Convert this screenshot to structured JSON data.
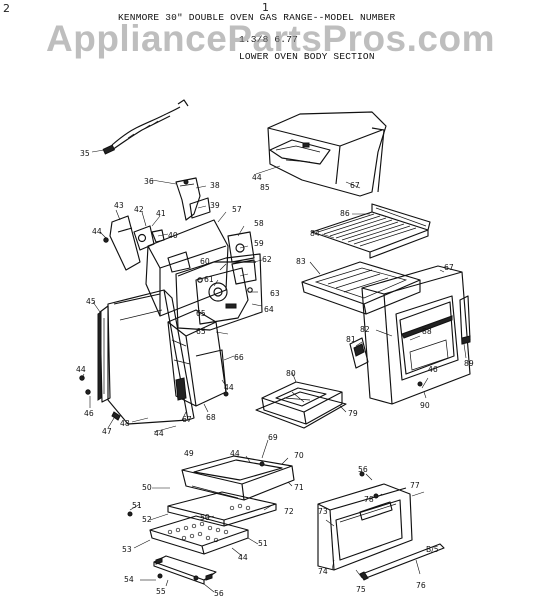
{
  "header": {
    "line1": "KENMORE 30\" DOUBLE OVEN GAS RANGE--MODEL NUMBER",
    "line2": "1.3/8 6.77",
    "line3": "LOWER OVEN BODY SECTION"
  },
  "watermark": "AppliancePartsPros.com",
  "side_marks": {
    "left": "2",
    "top_center": "1"
  },
  "parts": [
    {
      "id": "p35",
      "label": "35"
    },
    {
      "id": "p36",
      "label": "36"
    },
    {
      "id": "p38",
      "label": "38"
    },
    {
      "id": "p39",
      "label": "39"
    },
    {
      "id": "p40",
      "label": "40"
    },
    {
      "id": "p41",
      "label": "41"
    },
    {
      "id": "p42",
      "label": "42"
    },
    {
      "id": "p43",
      "label": "43"
    },
    {
      "id": "p44a",
      "label": "44"
    },
    {
      "id": "p44b",
      "label": "44"
    },
    {
      "id": "p44c",
      "label": "44"
    },
    {
      "id": "p44d",
      "label": "44"
    },
    {
      "id": "p44e",
      "label": "44"
    },
    {
      "id": "p44f",
      "label": "44"
    },
    {
      "id": "p45",
      "label": "45"
    },
    {
      "id": "p46",
      "label": "46"
    },
    {
      "id": "p47",
      "label": "47"
    },
    {
      "id": "p48",
      "label": "48"
    },
    {
      "id": "p49",
      "label": "49"
    },
    {
      "id": "p50a",
      "label": "50"
    },
    {
      "id": "p50b",
      "label": "50"
    },
    {
      "id": "p51a",
      "label": "51"
    },
    {
      "id": "p51b",
      "label": "51"
    },
    {
      "id": "p52",
      "label": "52"
    },
    {
      "id": "p53",
      "label": "53"
    },
    {
      "id": "p54",
      "label": "54"
    },
    {
      "id": "p55",
      "label": "55"
    },
    {
      "id": "p56a",
      "label": "56"
    },
    {
      "id": "p56b",
      "label": "56"
    },
    {
      "id": "p57",
      "label": "57"
    },
    {
      "id": "p58",
      "label": "58"
    },
    {
      "id": "p59",
      "label": "59"
    },
    {
      "id": "p60",
      "label": "60"
    },
    {
      "id": "p61",
      "label": "61"
    },
    {
      "id": "p62",
      "label": "62"
    },
    {
      "id": "p63",
      "label": "63"
    },
    {
      "id": "p64",
      "label": "64"
    },
    {
      "id": "p65",
      "label": "65"
    },
    {
      "id": "p66",
      "label": "66"
    },
    {
      "id": "p67a",
      "label": "67"
    },
    {
      "id": "p67b",
      "label": "67"
    },
    {
      "id": "p67c",
      "label": "67"
    },
    {
      "id": "p68",
      "label": "68"
    },
    {
      "id": "p69",
      "label": "69"
    },
    {
      "id": "p70",
      "label": "70"
    },
    {
      "id": "p71",
      "label": "71"
    },
    {
      "id": "p72",
      "label": "72"
    },
    {
      "id": "p73",
      "label": "73"
    },
    {
      "id": "p74",
      "label": "74"
    },
    {
      "id": "p75",
      "label": "75"
    },
    {
      "id": "p76",
      "label": "76"
    },
    {
      "id": "p77",
      "label": "77"
    },
    {
      "id": "p78",
      "label": "78"
    },
    {
      "id": "p79",
      "label": "79"
    },
    {
      "id": "p80",
      "label": "80"
    },
    {
      "id": "p81",
      "label": "81"
    },
    {
      "id": "p82",
      "label": "82"
    },
    {
      "id": "p83",
      "label": "83"
    },
    {
      "id": "p84",
      "label": "84"
    },
    {
      "id": "p85",
      "label": "85"
    },
    {
      "id": "p86",
      "label": "86"
    },
    {
      "id": "p88",
      "label": "88"
    },
    {
      "id": "p89",
      "label": "89"
    },
    {
      "id": "p90",
      "label": "90"
    },
    {
      "id": "p46b",
      "label": "46"
    },
    {
      "id": "p44g",
      "label": "44"
    },
    {
      "id": "p65b",
      "label": "65"
    }
  ],
  "page_code": "B/5"
}
